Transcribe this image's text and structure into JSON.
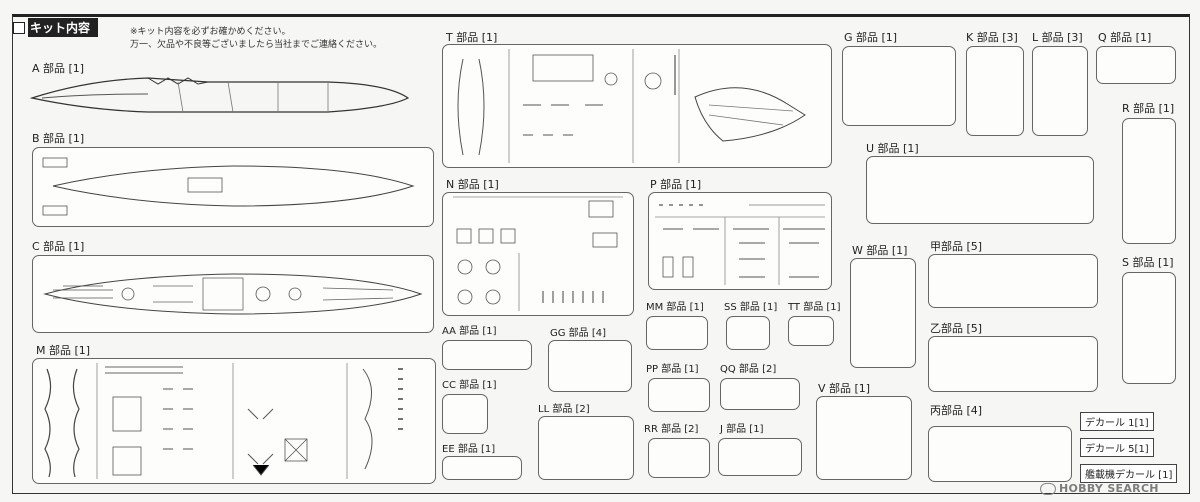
{
  "header": {
    "title": "キット内容",
    "notice_line1": "※キット内容を必ずお確かめください。",
    "notice_line2": "万一、欠品や不良等ございましたら当社までご連絡ください。"
  },
  "parts": {
    "A": "A 部品 [1]",
    "B": "B 部品 [1]",
    "C": "C 部品 [1]",
    "M": "M 部品 [1]",
    "T": "T 部品 [1]",
    "N": "N 部品 [1]",
    "P": "P 部品 [1]",
    "G": "G 部品 [1]",
    "K": "K 部品 [3]",
    "L": "L 部品 [3]",
    "Q": "Q 部品 [1]",
    "R": "R 部品 [1]",
    "U": "U 部品 [1]",
    "W": "W 部品 [1]",
    "KOU": "甲部品 [5]",
    "OTSU": "乙部品 [5]",
    "HEI": "丙部品 [4]",
    "S": "S 部品 [1]",
    "V": "V 部品 [1]",
    "AA": "AA 部品 [1]",
    "CC": "CC 部品 [1]",
    "EE": "EE 部品 [1]",
    "GG": "GG 部品 [4]",
    "LL": "LL 部品 [2]",
    "MM": "MM 部品 [1]",
    "SS": "SS 部品 [1]",
    "TT": "TT 部品 [1]",
    "PP": "PP 部品 [1]",
    "QQ": "QQ 部品 [2]",
    "RR": "RR 部品 [2]",
    "J": "J 部品 [1]"
  },
  "decals": {
    "d1": "デカール 1[1]",
    "d5": "デカール 5[1]",
    "aircraft": "艦載機デカール [1]"
  },
  "watermark": "HOBBY SEARCH",
  "colors": {
    "line": "#555555",
    "frame": "#222222",
    "paper": "#f6f6f4"
  }
}
